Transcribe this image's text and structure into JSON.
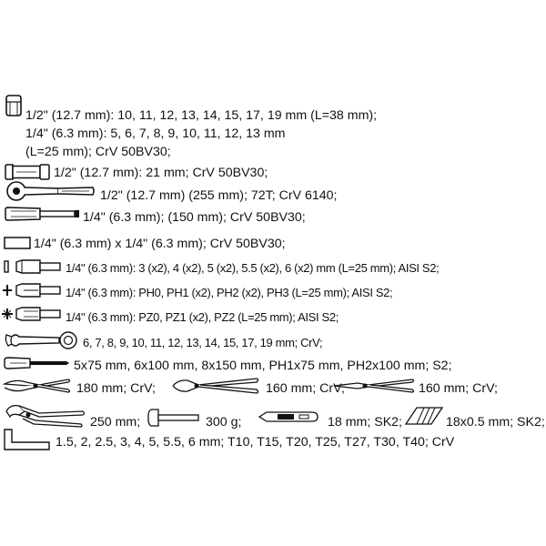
{
  "colors": {
    "ink": "#111111",
    "background": "#ffffff"
  },
  "specs": {
    "socket_half": "1/2\" (12.7 mm): 10, 11, 12, 13, 14, 15, 17, 19 mm (L=38 mm);",
    "socket_quarter_1": "1/4\" (6.3 mm): 5, 6, 7, 8, 9, 10, 11, 12, 13 mm",
    "socket_quarter_2": "(L=25 mm); CrV 50BV30;",
    "spark_plug_socket": "1/2\" (12.7 mm): 21 mm; CrV 50BV30;",
    "ratchet": "1/2\" (12.7 mm) (255 mm); 72T; CrV 6140;",
    "driver_handle": "1/4\" (6.3 mm); (150 mm); CrV 50BV30;",
    "adapter": "1/4\" (6.3 mm) x 1/4\" (6.3 mm); CrV 50BV30;",
    "bits_flat": "1/4\" (6.3 mm): 3 (x2), 4 (x2), 5 (x2), 5.5 (x2), 6 (x2) mm (L=25 mm); AISI S2;",
    "bits_ph": "1/4\" (6.3 mm): PH0, PH1 (x2), PH2 (x2), PH3 (L=25 mm); AISI S2;",
    "bits_pz": "1/4\" (6.3 mm): PZ0, PZ1 (x2), PZ2 (L=25 mm); AISI S2;",
    "wrenches": "6, 7, 8, 9, 10, 11, 12, 13, 14, 15, 17, 19 mm; CrV;",
    "screwdrivers": "5x75 mm, 6x100 mm, 8x150 mm, PH1x75 mm, PH2x100 mm; S2;",
    "combination_pliers": "180 mm; CrV;",
    "side_cutters": "160 mm; CrV;",
    "long_nose_pliers": "160 mm; CrV;",
    "water_pump_pliers": "250 mm;",
    "hammer": "300 g;",
    "utility_knife": "18 mm; SK2;",
    "knife_blades": "18x0.5 mm; SK2;",
    "hex_keys": "1.5, 2, 2.5, 3, 4, 5, 5.5, 6 mm; T10, T15, T20, T25, T27, T30, T40; CrV"
  }
}
